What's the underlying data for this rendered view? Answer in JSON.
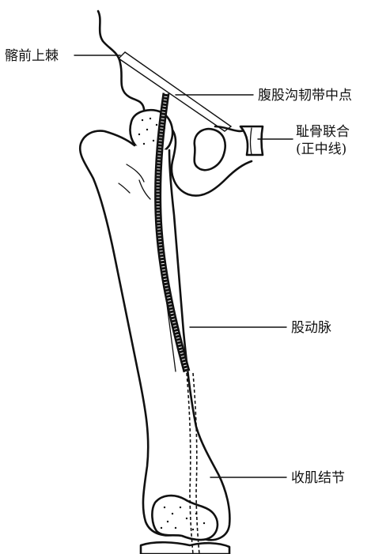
{
  "labels": {
    "asis": "髂前上棘",
    "inguinal_midpoint": "腹股沟韧带中点",
    "pubic_symphysis_line1": "耻骨联合",
    "pubic_symphysis_line2": "(正中线)",
    "femoral_artery": "股动脉",
    "adductor_tubercle": "收肌结节"
  },
  "colors": {
    "ink": "#111111",
    "background": "#ffffff"
  }
}
